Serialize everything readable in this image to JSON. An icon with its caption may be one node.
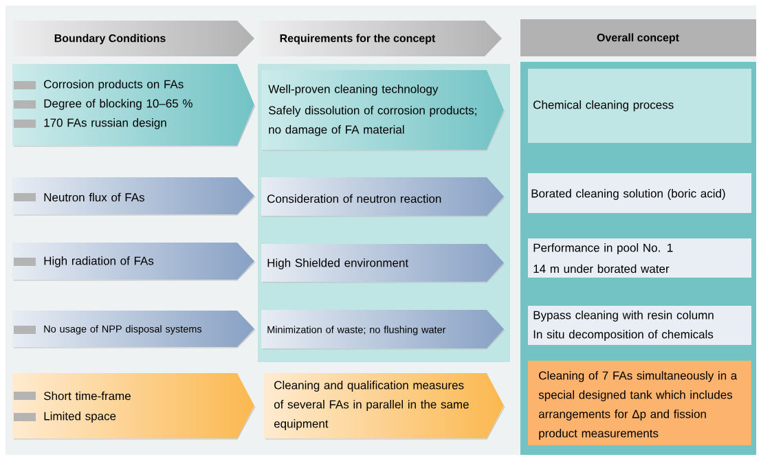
{
  "diagram": {
    "nodes": [
      {
        "text": [
          "Boundary Conditions"
        ]
      },
      {
        "text": [
          "Requirements for the concept"
        ]
      },
      {
        "text": [
          "Overall concept"
        ]
      },
      {
        "text": [
          "Corrosion products on FAs",
          "Degree of blocking 10–65 %",
          "170 FAs russian design"
        ]
      },
      {
        "text": [
          "Neutron flux of FAs"
        ]
      },
      {
        "text": [
          "High radiation of FAs"
        ]
      },
      {
        "text": [
          "No usage of NPP disposal systems"
        ]
      },
      {
        "text": [
          "Short time-frame",
          "Limited space"
        ]
      },
      {
        "text": [],
        "shape": "box"
      },
      {
        "text": [
          "Well-proven cleaning technology",
          "Safely dissolution of corrosion products; no damage of FA material"
        ],
        "in": 8
      },
      {
        "text": [
          "Consideration of neutron reaction"
        ],
        "in": 8
      },
      {
        "text": [
          "High Shielded environment"
        ],
        "in": 8
      },
      {
        "text": [
          "Minimization of waste; no flushing water"
        ],
        "in": 8
      },
      {
        "text": [
          "Cleaning and qualification measures of several FAs in parallel in the same equipment"
        ]
      },
      {
        "text": [],
        "shape": "box"
      },
      {
        "text": [
          "Chemical cleaning process"
        ],
        "in": 14
      },
      {
        "text": [
          "Borated cleaning solution (boric acid)"
        ],
        "in": 14
      },
      {
        "text": [
          "Performance in pool No. 1",
          "14 m under borated water"
        ],
        "in": 14
      },
      {
        "text": [
          "Bypass cleaning with resin column",
          "In situ decomposition of chemicals"
        ],
        "in": 14
      },
      {
        "text": [
          "Cleaning of 7 FAs simultaneously in a special designed tank which includes arrangements for Δp and fission product measurements"
        ],
        "in": 14
      }
    ]
  }
}
